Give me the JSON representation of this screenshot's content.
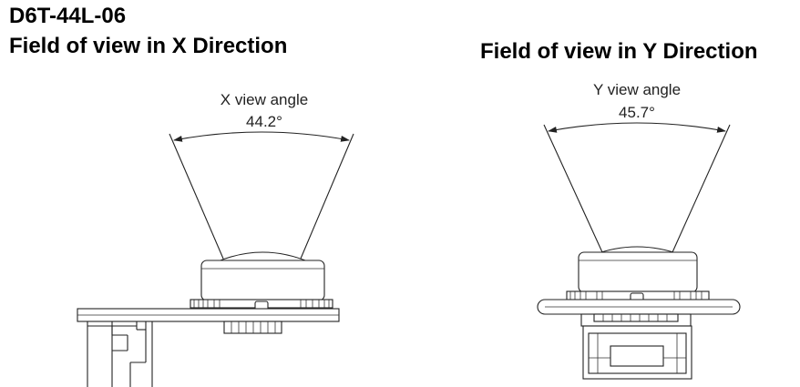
{
  "title": "D6T-44L-06",
  "x_view": {
    "heading": "Field of view in X Direction",
    "label": "X view angle",
    "angle_text": "44.2°",
    "angle_deg": 44.2
  },
  "y_view": {
    "heading": "Field of view in Y Direction",
    "label": "Y view angle",
    "angle_text": "45.7°",
    "angle_deg": 45.7
  },
  "colors": {
    "line": "#222222",
    "background": "#ffffff"
  }
}
